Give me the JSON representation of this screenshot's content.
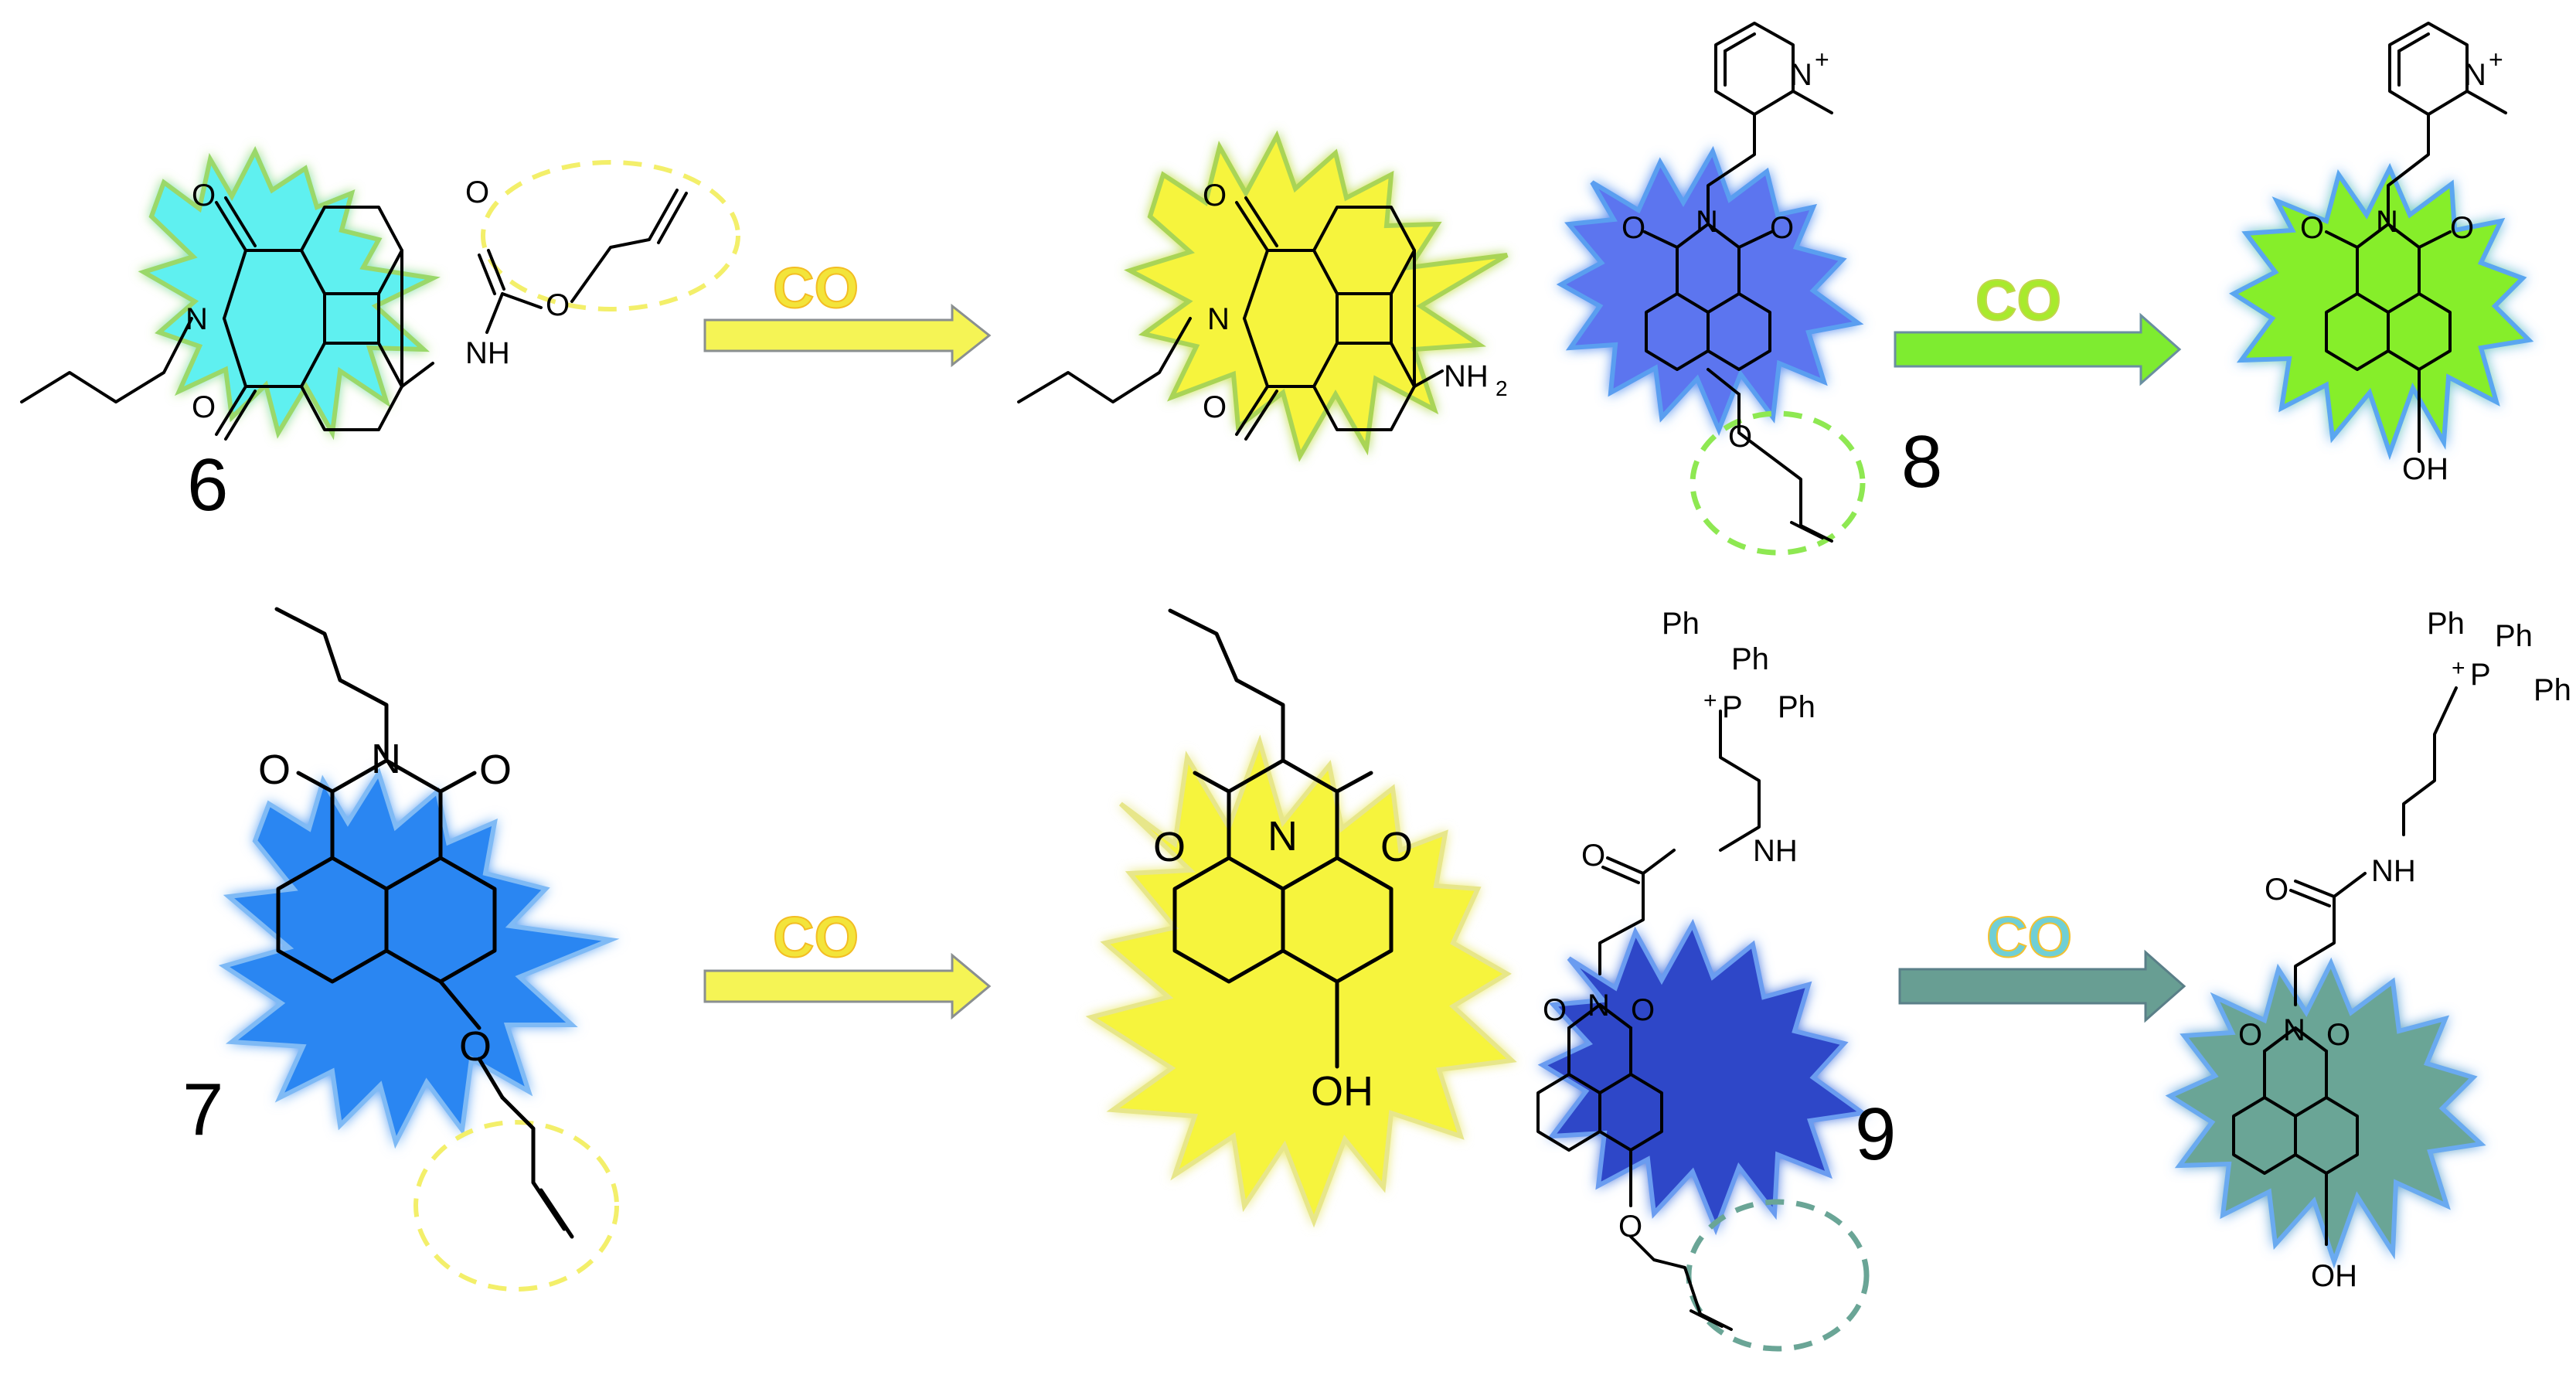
{
  "reaction_label": "CO",
  "compounds": {
    "c6": {
      "number": "6"
    },
    "c7": {
      "number": "7"
    },
    "c8": {
      "number": "8"
    },
    "c9": {
      "number": "9"
    }
  },
  "atoms": {
    "O": "O",
    "N": "N",
    "NH": "NH",
    "NH2": "NH",
    "sub2": "2",
    "OH": "OH",
    "Nplus": "N",
    "plus": "+",
    "P": "P",
    "Ph": "Ph"
  },
  "colors": {
    "cyan": "#5ff0f0",
    "yellow": "#f6f43c",
    "blue_bright": "#2b86f2",
    "periwinkle": "#5b74ef",
    "royal_blue": "#2f46c8",
    "lime": "#86ee2a",
    "teal_gray": "#6aa596",
    "dash_yellow": "#f3ef6a",
    "dash_green": "#8ee852",
    "dash_teal": "#6aa596"
  }
}
